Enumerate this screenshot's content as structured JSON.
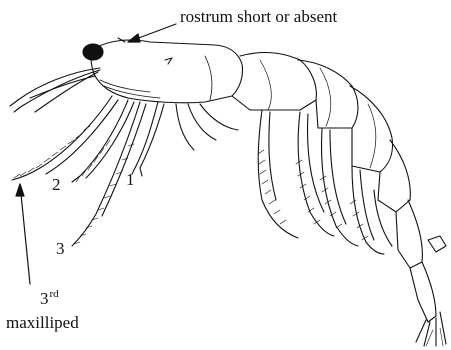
{
  "figure": {
    "labels": {
      "rostrum": "rostrum short or absent",
      "leg_1": "1",
      "leg_2": "2",
      "leg_3": "3",
      "maxilliped_number": "3",
      "maxilliped_superscript": "rd",
      "maxilliped_word": "maxilliped"
    }
  }
}
